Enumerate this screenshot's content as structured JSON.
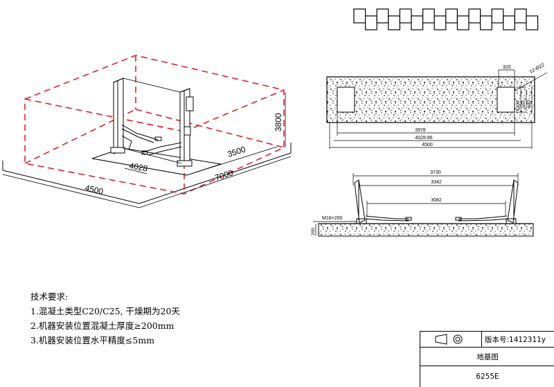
{
  "title_boxes": {
    "count": 16
  },
  "lift_3d": {
    "dim_width": "4028",
    "dim_depth": "3500",
    "dim_height": "3800",
    "dim_length": "7000",
    "dim_bay_width": "4500"
  },
  "plan_view": {
    "pad_dim": "320",
    "hole_spec": "12-Ø22",
    "side_dims": [
      "1000",
      "550",
      "600"
    ],
    "dim_inner": "3978",
    "dim_column": "4028.86",
    "dim_total": "4500"
  },
  "elevation_view": {
    "dim_top": "3730",
    "dim_mid": "3342",
    "dim_arms": "3082",
    "anchor_label": "M18×200",
    "slab_label": "200"
  },
  "notes": {
    "heading": "技术要求:",
    "lines": [
      "1.混凝土类型C20/C25, 干燥期为20天",
      "2.机器安装位置混凝土厚度≥200mm",
      "3.机器安装位置水平精度≤5mm"
    ]
  },
  "title_block": {
    "version": "版本号:1412311y",
    "name": "地基图",
    "model": "6255E"
  }
}
